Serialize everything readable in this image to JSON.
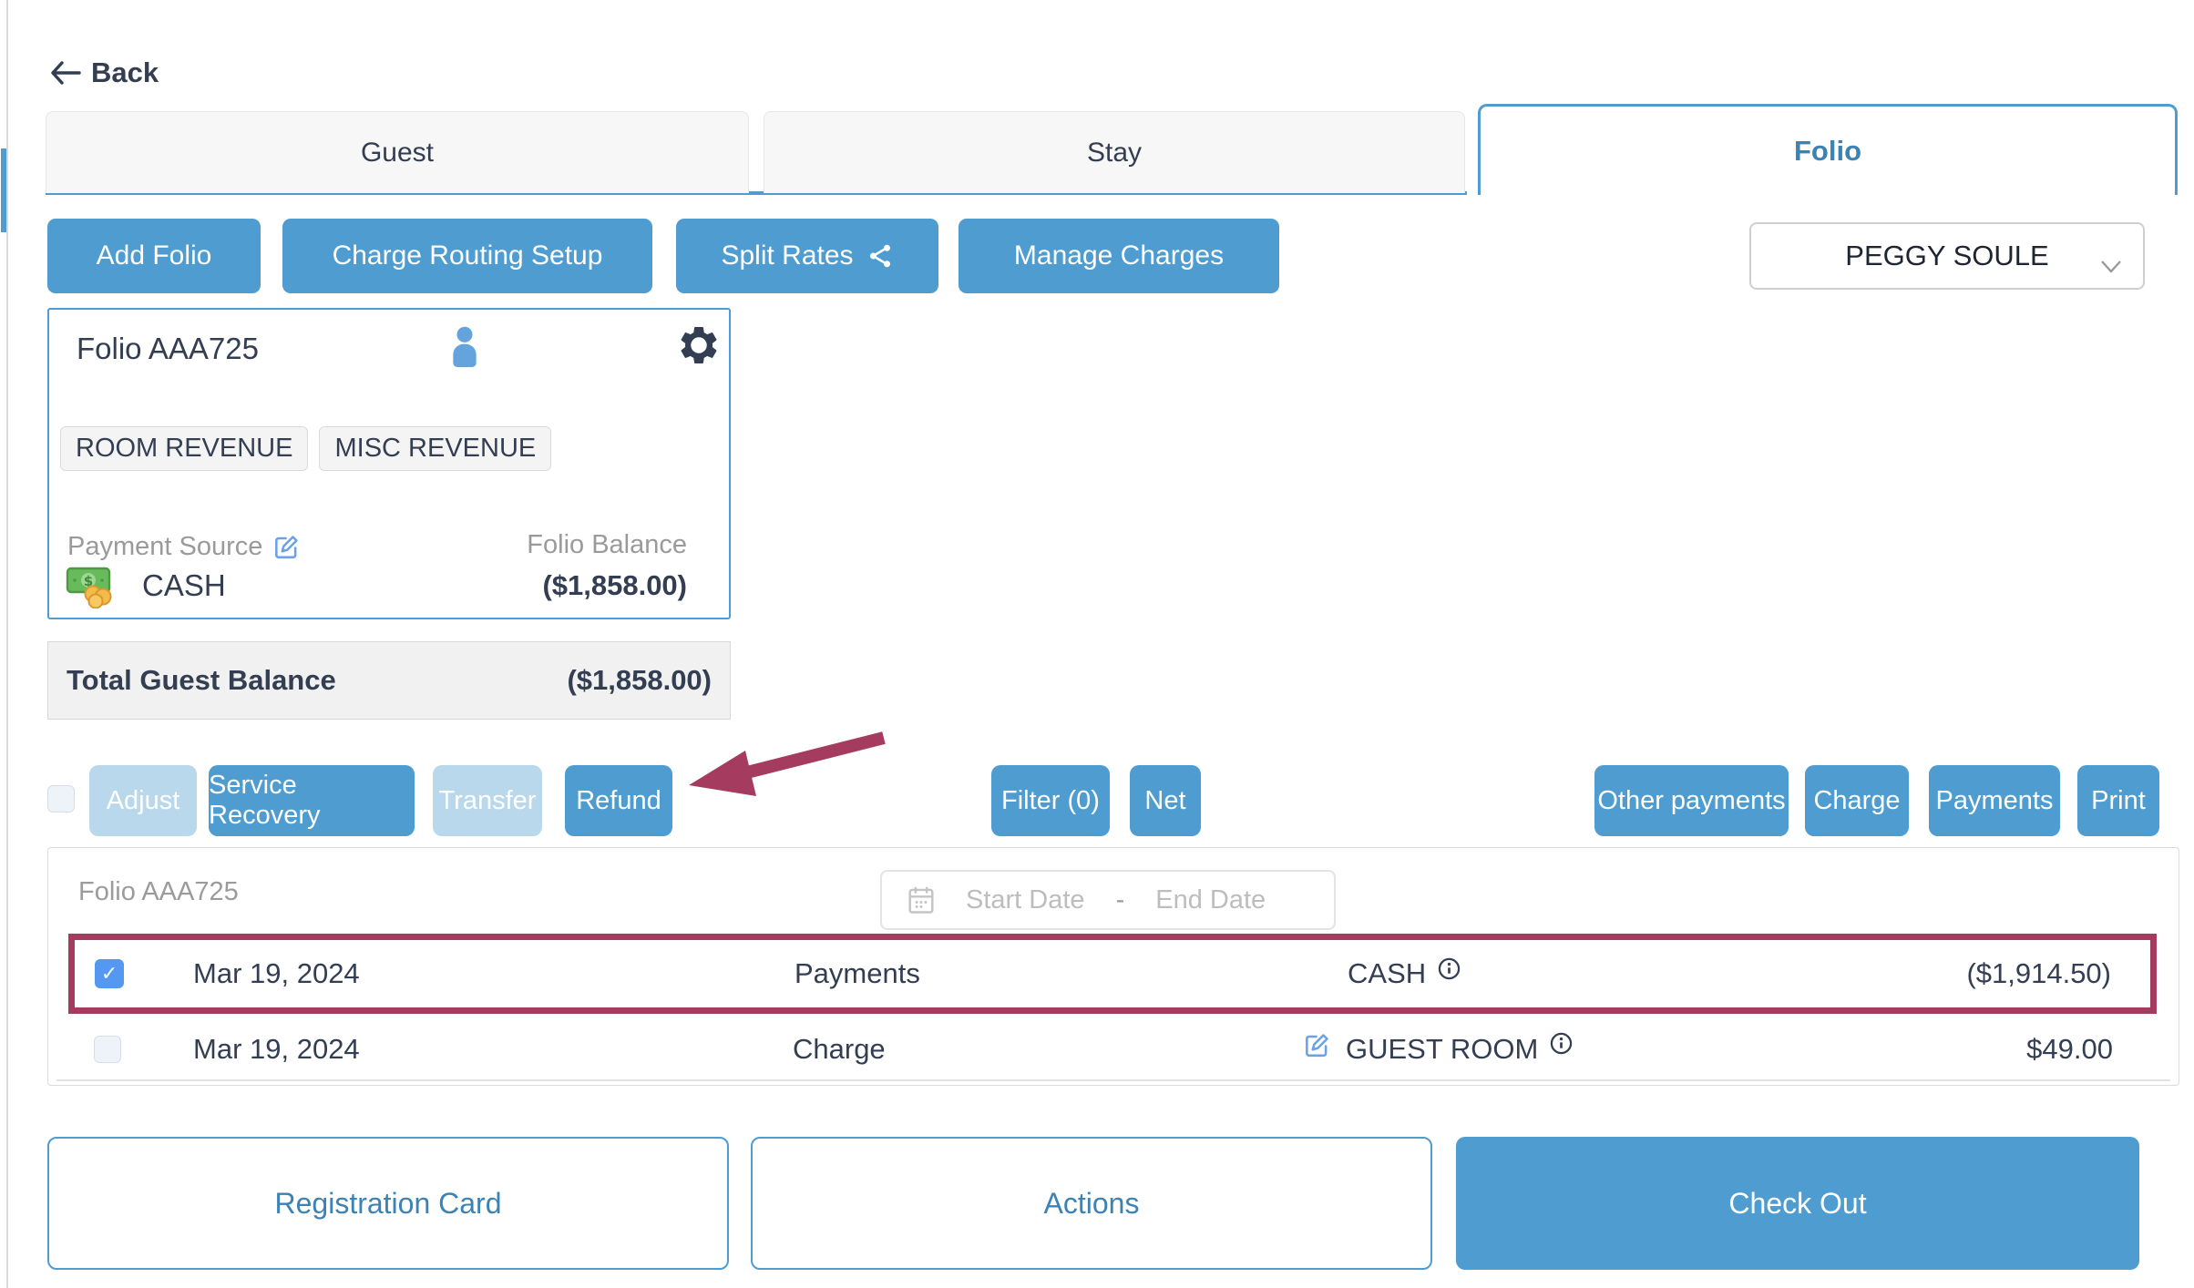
{
  "back": {
    "label": "Back"
  },
  "tabs": [
    {
      "label": "Guest"
    },
    {
      "label": "Stay"
    },
    {
      "label": "Folio"
    }
  ],
  "toolbar": {
    "add_folio": "Add Folio",
    "charge_routing_setup": "Charge Routing Setup",
    "split_rates": "Split Rates",
    "manage_charges": "Manage Charges"
  },
  "guest_select": {
    "value": "PEGGY SOULE"
  },
  "folio_card": {
    "title": "Folio AAA725",
    "tags": [
      "ROOM REVENUE",
      "MISC REVENUE"
    ],
    "payment_source": {
      "label": "Payment Source",
      "value": "CASH"
    },
    "folio_balance": {
      "label": "Folio Balance",
      "value": "($1,858.00)"
    }
  },
  "total_guest_balance": {
    "label": "Total Guest Balance",
    "value": "($1,858.00)"
  },
  "row_actions": {
    "adjust": "Adjust",
    "service_recovery": "Service Recovery",
    "transfer": "Transfer",
    "refund": "Refund",
    "filter": "Filter (0)",
    "net": "Net",
    "other_payments": "Other payments",
    "charge": "Charge",
    "payments": "Payments",
    "print": "Print"
  },
  "ledger": {
    "title": "Folio AAA725",
    "date_filter": {
      "start_placeholder": "Start Date",
      "separator": "-",
      "end_placeholder": "End Date"
    },
    "rows": [
      {
        "date": "Mar 19, 2024",
        "type": "Payments",
        "description": "CASH",
        "amount": "($1,914.50)"
      },
      {
        "date": "Mar 19, 2024",
        "type": "Charge",
        "description": "GUEST ROOM",
        "amount": "$49.00"
      }
    ]
  },
  "footer": {
    "registration_card": "Registration Card",
    "actions": "Actions",
    "check_out": "Check Out"
  },
  "colors": {
    "accent_blue": "#4E9CD0",
    "link_blue": "#3B82B5",
    "navy_text": "#333E52",
    "disabled_blue": "#B9D8EC",
    "highlight_maroon": "#A53C60",
    "checked_checkbox_blue": "#5598F2"
  }
}
